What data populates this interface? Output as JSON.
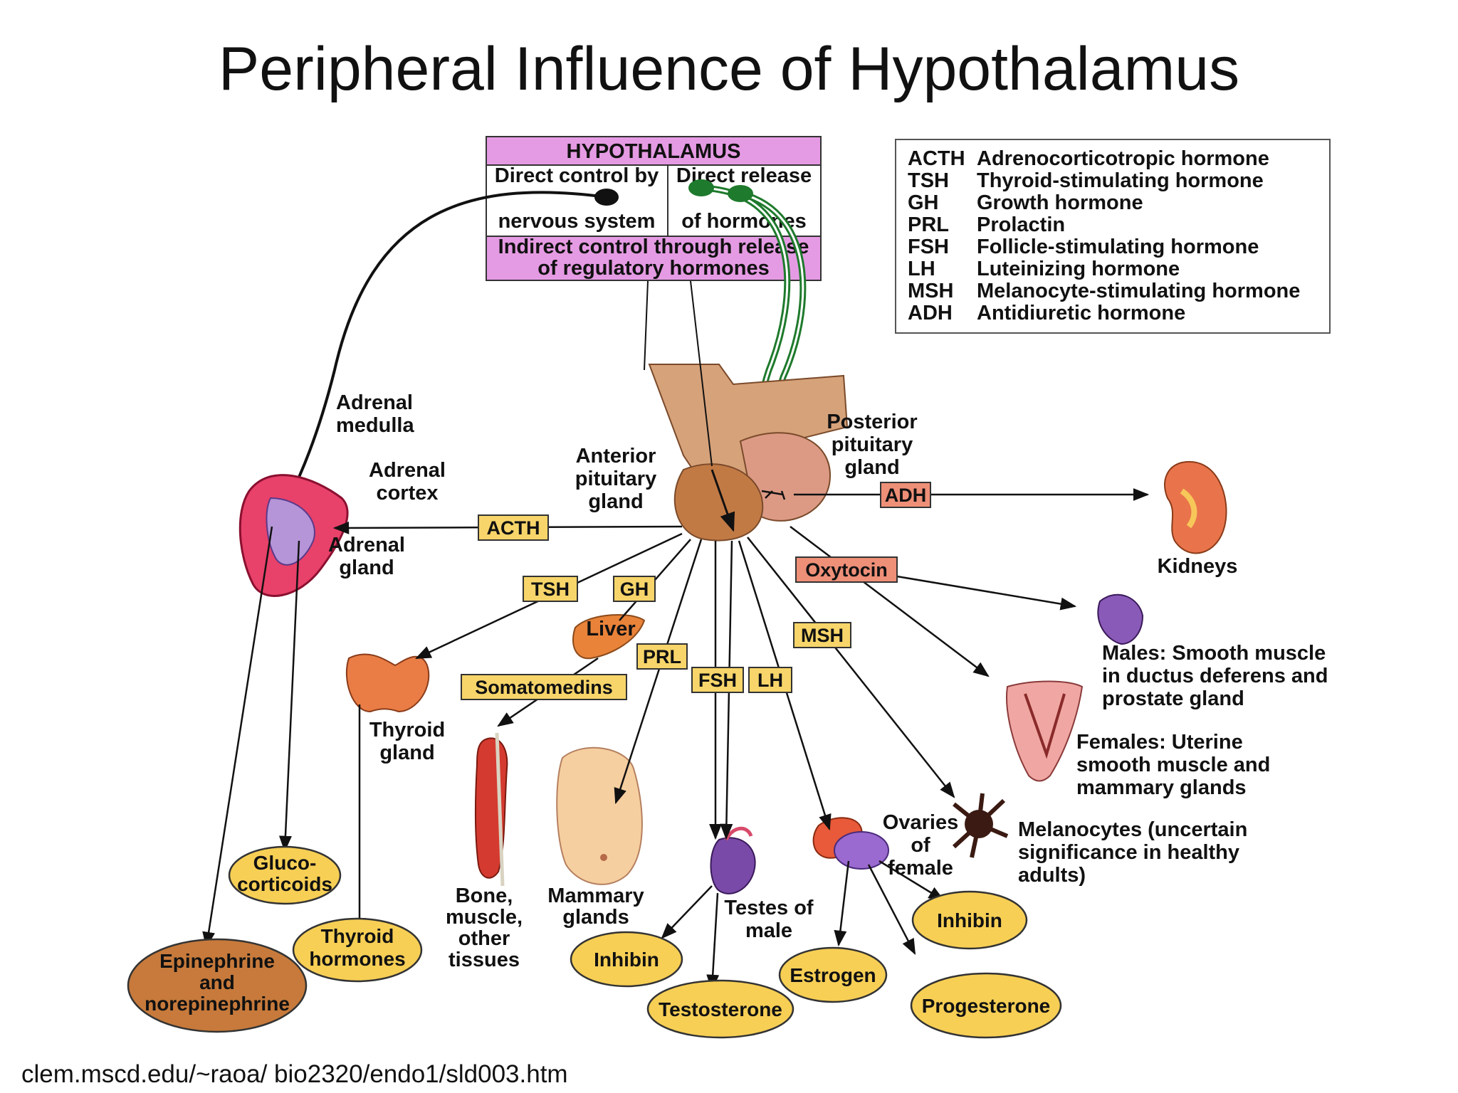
{
  "title": "Peripheral Influence of Hypothalamus",
  "source": "clem.mscd.edu/~raoa/ bio2320/endo1/sld003.htm",
  "colors": {
    "box_pink": "#e59be3",
    "tag_yellow": "#f7d56a",
    "tag_salmon": "#ee8f78",
    "oval_yellow": "#f7cf55",
    "oval_brown": "#c77a3b",
    "pituitary_brown": "#c27a45",
    "green_tract": "#1e7a2c"
  },
  "hypothalamus_box": {
    "header": "HYPOTHALAMUS",
    "left_line1": "Direct control by",
    "left_line2": "nervous system",
    "right_line1": "Direct release",
    "right_line2": "of hormones",
    "bottom_line1": "Indirect control through release",
    "bottom_line2": "of regulatory hormones"
  },
  "legend": [
    {
      "abbr": "ACTH",
      "name": "Adrenocorticotropic hormone"
    },
    {
      "abbr": "TSH",
      "name": "Thyroid-stimulating hormone"
    },
    {
      "abbr": "GH",
      "name": "Growth hormone"
    },
    {
      "abbr": "PRL",
      "name": "Prolactin"
    },
    {
      "abbr": "FSH",
      "name": "Follicle-stimulating hormone"
    },
    {
      "abbr": "LH",
      "name": "Luteinizing hormone"
    },
    {
      "abbr": "MSH",
      "name": "Melanocyte-stimulating hormone"
    },
    {
      "abbr": "ADH",
      "name": "Antidiuretic hormone"
    }
  ],
  "labels": {
    "adrenal_medulla": [
      "Adrenal",
      "medulla"
    ],
    "adrenal_cortex": [
      "Adrenal",
      "cortex"
    ],
    "adrenal_gland": [
      "Adrenal",
      "gland"
    ],
    "anterior_pituitary": [
      "Anterior",
      "pituitary",
      "gland"
    ],
    "posterior_pituitary": [
      "Posterior",
      "pituitary",
      "gland"
    ],
    "kidneys": "Kidneys",
    "liver": "Liver",
    "thyroid_gland": [
      "Thyroid",
      "gland"
    ],
    "bone_muscle": [
      "Bone,",
      "muscle,",
      "other",
      "tissues"
    ],
    "mammary_glands": [
      "Mammary",
      "glands"
    ],
    "testes": [
      "Testes of",
      "male"
    ],
    "ovaries": [
      "Ovaries",
      "of",
      "female"
    ],
    "males": [
      "Males: Smooth muscle",
      "in ductus deferens and",
      "prostate gland"
    ],
    "females": [
      "Females: Uterine",
      "smooth muscle and",
      "mammary glands"
    ],
    "melanocytes": [
      "Melanocytes (uncertain",
      "significance in healthy",
      "adults)"
    ]
  },
  "tags": {
    "acth": "ACTH",
    "tsh": "TSH",
    "gh": "GH",
    "prl": "PRL",
    "fsh": "FSH",
    "lh": "LH",
    "msh": "MSH",
    "adh": "ADH",
    "oxytocin": "Oxytocin",
    "somatomedins": "Somatomedins"
  },
  "ovals": {
    "glucocorticoids": [
      "Gluco-",
      "corticoids"
    ],
    "thyroid_hormones": [
      "Thyroid",
      "hormones"
    ],
    "epinephrine": [
      "Epinephrine",
      "and",
      "norepinephrine"
    ],
    "inhibin_testes": "Inhibin",
    "testosterone": "Testosterone",
    "estrogen": "Estrogen",
    "progesterone": "Progesterone",
    "inhibin_ovaries": "Inhibin"
  }
}
